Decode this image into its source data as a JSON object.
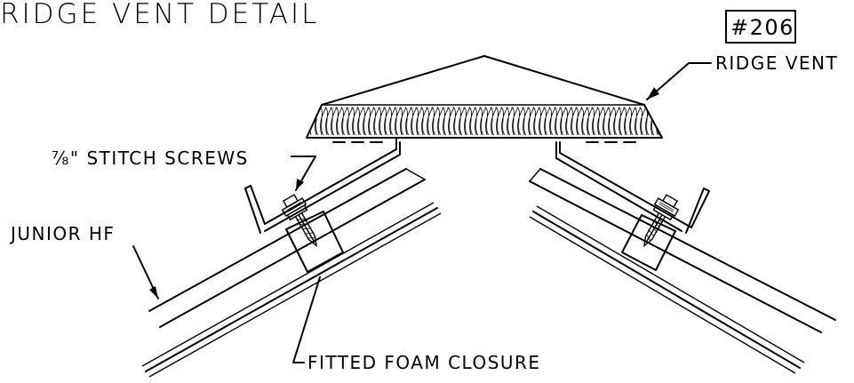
{
  "title": "RIDGE VENT DETAIL",
  "detail_number": "#206",
  "labels": {
    "ridge_vent": "RIDGE VENT",
    "stitch_screws": "⅞\" STITCH SCREWS",
    "junior_hf": "JUNIOR HF",
    "foam_closure": "FITTED FOAM CLOSURE"
  }
}
